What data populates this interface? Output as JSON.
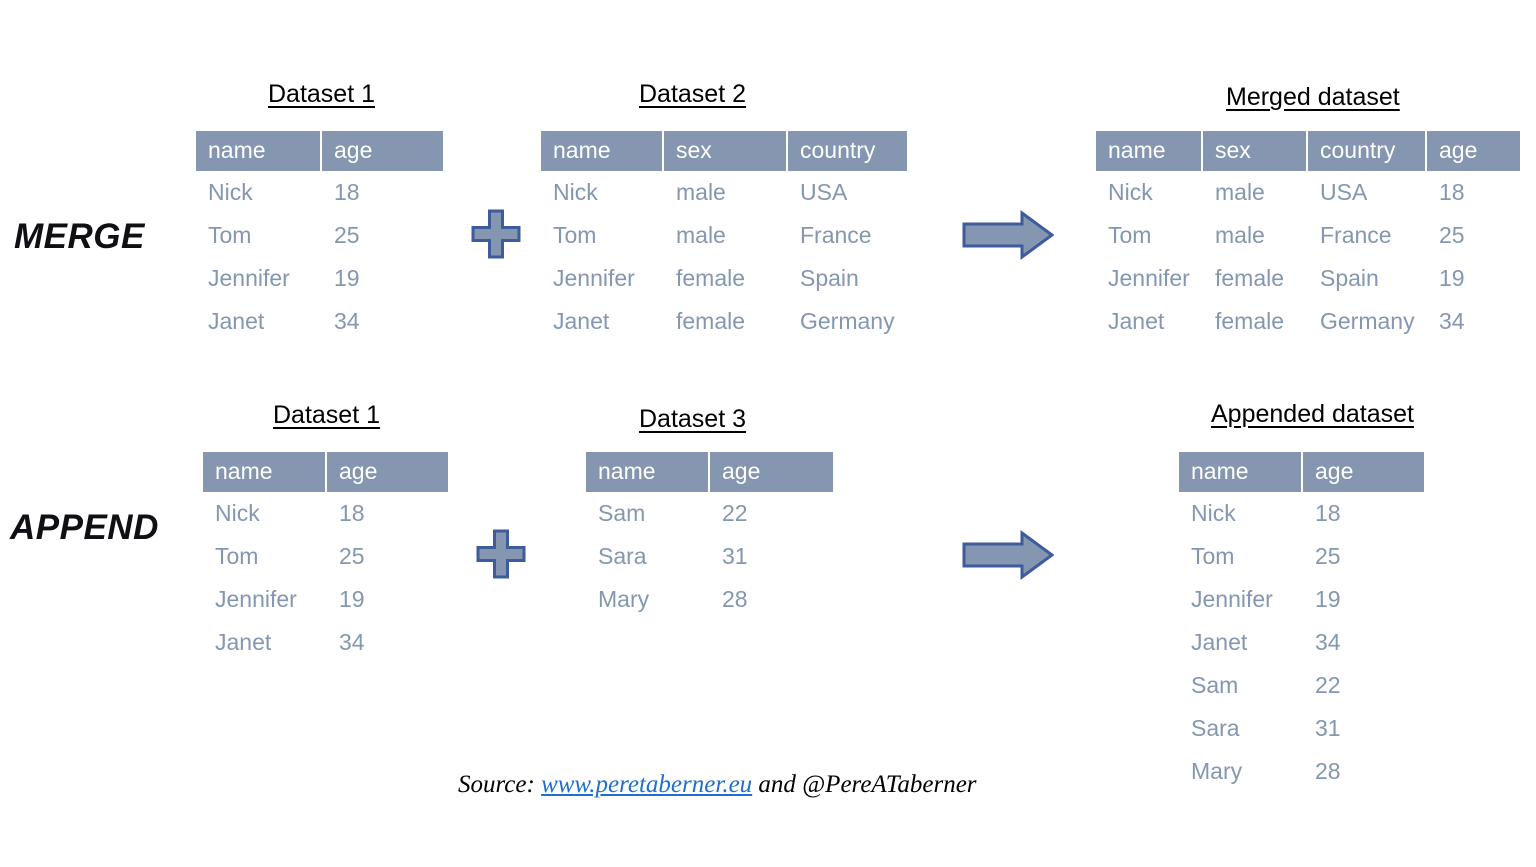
{
  "colors": {
    "header_fill": "#8496B0",
    "header_text": "#FFFFFF",
    "body_text": "#8497B0",
    "arrow_fill": "#8496B0",
    "arrow_stroke": "#3E5B9B",
    "plus_fill": "#8496B0",
    "plus_stroke": "#3E5B9B",
    "link": "#1F6FD0",
    "caption_text": "#000000",
    "background": "#FFFFFF"
  },
  "operations": [
    {
      "id": "merge",
      "label": "MERGE"
    },
    {
      "id": "append",
      "label": "APPEND"
    }
  ],
  "merge_row": {
    "operator_icon": "plus-icon",
    "result_icon": "right-arrow-icon",
    "tables": [
      {
        "id": "dataset-1",
        "caption": "Dataset 1",
        "columns": [
          "name",
          "age"
        ],
        "rows": [
          [
            "Nick",
            "18"
          ],
          [
            "Tom",
            "25"
          ],
          [
            "Jennifer",
            "19"
          ],
          [
            "Janet",
            "34"
          ]
        ]
      },
      {
        "id": "dataset-2",
        "caption": "Dataset 2",
        "columns": [
          "name",
          "sex",
          "country"
        ],
        "rows": [
          [
            "Nick",
            "male",
            "USA"
          ],
          [
            "Tom",
            "male",
            "France"
          ],
          [
            "Jennifer",
            "female",
            "Spain"
          ],
          [
            "Janet",
            "female",
            "Germany"
          ]
        ]
      },
      {
        "id": "merged-dataset",
        "caption": "Merged dataset",
        "columns": [
          "name",
          "sex",
          "country",
          "age"
        ],
        "rows": [
          [
            "Nick",
            "male",
            "USA",
            "18"
          ],
          [
            "Tom",
            "male",
            "France",
            "25"
          ],
          [
            "Jennifer",
            "female",
            "Spain",
            "19"
          ],
          [
            "Janet",
            "female",
            "Germany",
            "34"
          ]
        ]
      }
    ]
  },
  "append_row": {
    "operator_icon": "plus-icon",
    "result_icon": "right-arrow-icon",
    "tables": [
      {
        "id": "dataset-1",
        "caption": "Dataset 1",
        "columns": [
          "name",
          "age"
        ],
        "rows": [
          [
            "Nick",
            "18"
          ],
          [
            "Tom",
            "25"
          ],
          [
            "Jennifer",
            "19"
          ],
          [
            "Janet",
            "34"
          ]
        ]
      },
      {
        "id": "dataset-3",
        "caption": "Dataset 3",
        "columns": [
          "name",
          "age"
        ],
        "rows": [
          [
            "Sam",
            "22"
          ],
          [
            "Sara",
            "31"
          ],
          [
            "Mary",
            "28"
          ]
        ]
      },
      {
        "id": "appended-dataset",
        "caption": "Appended dataset",
        "columns": [
          "name",
          "age"
        ],
        "rows": [
          [
            "Nick",
            "18"
          ],
          [
            "Tom",
            "25"
          ],
          [
            "Jennifer",
            "19"
          ],
          [
            "Janet",
            "34"
          ],
          [
            "Sam",
            "22"
          ],
          [
            "Sara",
            "31"
          ],
          [
            "Mary",
            "28"
          ]
        ]
      }
    ]
  },
  "source": {
    "prefix": "Source:",
    "link_text": "www.peretaberner.eu",
    "middle": "and",
    "handle": "@PereATaberner"
  }
}
